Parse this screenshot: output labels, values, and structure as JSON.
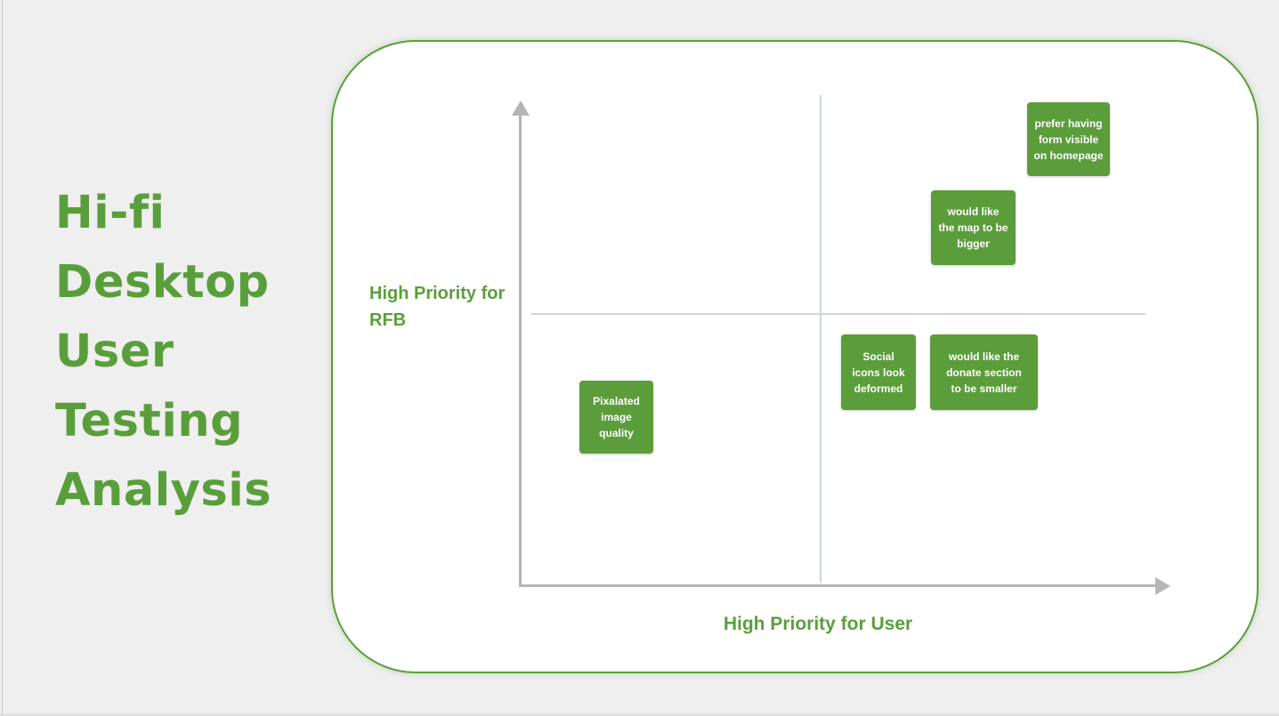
{
  "page": {
    "title": "Hi-fi\nDesktop\nUser\nTesting\nAnalysis"
  },
  "colors": {
    "accent_green": "#5a9e3c",
    "sticky_green": "#5b9d3b",
    "axis_gray": "#b5b5b5",
    "background_gray": "#efefef",
    "board_white": "#ffffff"
  },
  "matrix": {
    "y_axis_label": "High Priority\nfor RFB",
    "x_axis_label": "High Priority for User",
    "notes": [
      {
        "text": "prefer having\nform visible\non homepage",
        "quadrant": "top-right"
      },
      {
        "text": "would like\nthe map to be\nbigger",
        "quadrant": "top-right"
      },
      {
        "text": "Social\nicons look\ndeformed",
        "quadrant": "bottom-right"
      },
      {
        "text": "would like the\ndonate section\nto be smaller",
        "quadrant": "bottom-right"
      },
      {
        "text": "Pixalated\nimage\nquality",
        "quadrant": "bottom-left"
      }
    ]
  }
}
